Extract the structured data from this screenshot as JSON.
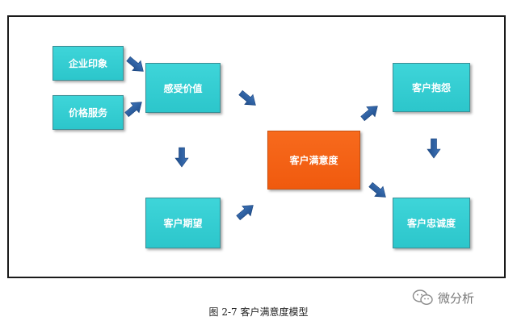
{
  "nodes": {
    "corporate_image": "企业印象",
    "price_service": "价格服务",
    "perceived_value": "感受价值",
    "customer_expectation": "客户期望",
    "customer_satisfaction": "客户满意度",
    "customer_complaint": "客户抱怨",
    "customer_loyalty": "客户忠诚度"
  },
  "caption": "图 2-7  客户满意度模型",
  "watermark": {
    "text": "微分析",
    "icon": "wechat-icon"
  },
  "colors": {
    "teal_box": "#2cc6cb",
    "orange_box": "#f05a0e",
    "arrow": "#1f4e8c"
  }
}
